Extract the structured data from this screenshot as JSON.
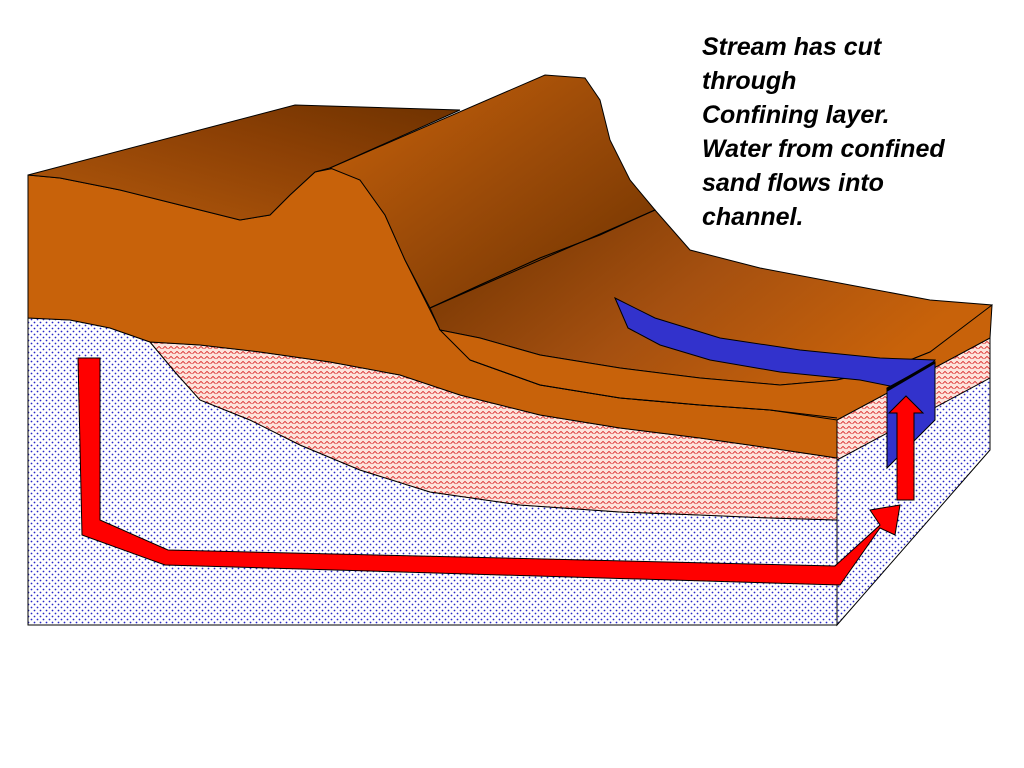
{
  "caption": {
    "lines": [
      "Stream has cut",
      "through",
      "Confining layer.",
      "Water from confined",
      "sand flows into",
      "channel."
    ]
  },
  "colors": {
    "surface_soil": "#c8620a",
    "surface_soil_dark": "#6e3200",
    "confining_layer": "#fde4dc",
    "confining_pattern": "#d92020",
    "confined_sand": "#ffffff",
    "sand_pattern": "#2828c8",
    "stream_water": "#3232cc",
    "flow_arrow": "#ff0000"
  }
}
